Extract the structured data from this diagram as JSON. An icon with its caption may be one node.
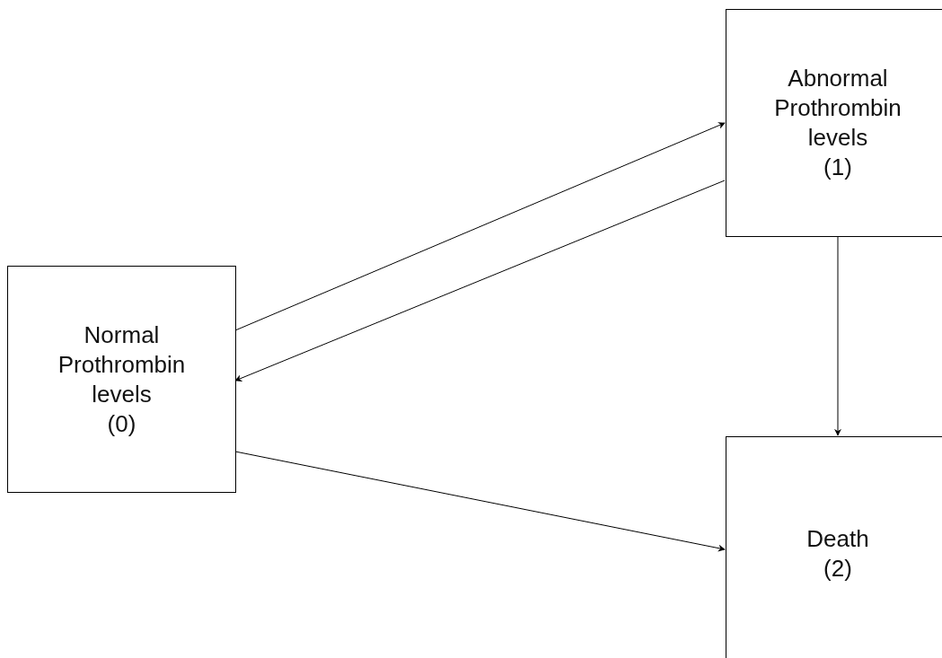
{
  "diagram": {
    "nodes": [
      {
        "text": [
          "Normal Prothrombin levels",
          "(0)"
        ]
      },
      {
        "text": [
          "Abnormal Prothrombin levels",
          "(1)"
        ]
      },
      {
        "text": [
          "Death",
          "(2)"
        ]
      }
    ],
    "edges": [
      {
        "from": 0,
        "to": 1,
        "arrow": "to"
      },
      {
        "from": 1,
        "to": 0,
        "arrow": "to"
      },
      {
        "from": 1,
        "to": 2,
        "arrow": "to"
      },
      {
        "from": 0,
        "to": 2,
        "arrow": "to"
      }
    ]
  }
}
